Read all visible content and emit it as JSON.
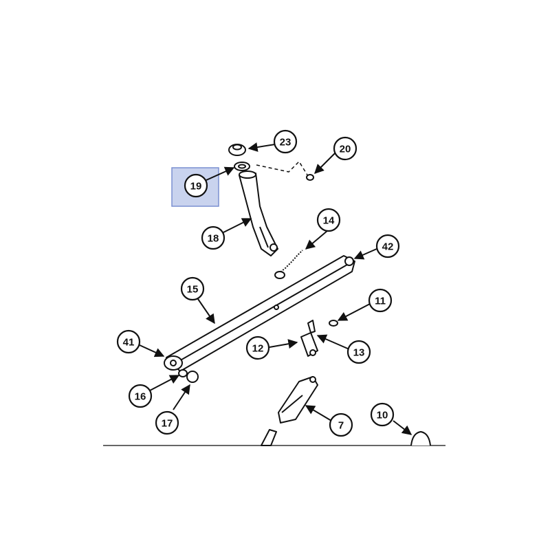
{
  "callouts": {
    "c23": "23",
    "c20": "20",
    "c19": "19",
    "c18": "18",
    "c14": "14",
    "c42": "42",
    "c15": "15",
    "c11": "11",
    "c41": "41",
    "c12": "12",
    "c13": "13",
    "c16": "16",
    "c17": "17",
    "c7": "7",
    "c10": "10"
  },
  "colors": {
    "highlight_fill": "#c9d3ee",
    "highlight_border": "#7a8fd0",
    "ink": "#111111"
  }
}
